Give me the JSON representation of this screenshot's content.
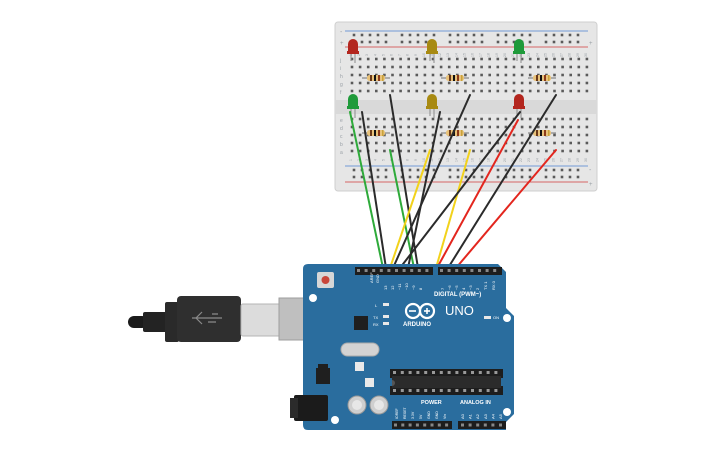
{
  "breadboard": {
    "row_letters_top": [
      "j",
      "i",
      "h",
      "g",
      "f"
    ],
    "row_letters_bottom": [
      "e",
      "d",
      "c",
      "b",
      "a"
    ],
    "column_numbers": [
      "1",
      "2",
      "3",
      "4",
      "5",
      "6",
      "7",
      "8",
      "9",
      "10",
      "11",
      "12",
      "13",
      "14",
      "15",
      "16",
      "17",
      "18",
      "19",
      "20",
      "21",
      "22",
      "23",
      "24",
      "25",
      "26",
      "27",
      "28",
      "29",
      "30"
    ],
    "rail_plus": "+",
    "rail_minus": "-"
  },
  "leds_top": [
    {
      "color_name": "red",
      "color": "#b3261e"
    },
    {
      "color_name": "yellow",
      "color": "#a88a12"
    },
    {
      "color_name": "green",
      "color": "#1f9a3a"
    }
  ],
  "leds_bottom": [
    {
      "color_name": "green",
      "color": "#1f9a3a"
    },
    {
      "color_name": "yellow",
      "color": "#a88a12"
    },
    {
      "color_name": "red",
      "color": "#b3261e"
    }
  ],
  "arduino": {
    "brand": "ARDUINO",
    "model": "UNO",
    "digital_label": "DIGITAL (PWM~)",
    "power_label": "POWER",
    "analog_label": "ANALOG IN",
    "on_label": "ON",
    "l_label": "L",
    "tx_label": "TX",
    "rx_label": "RX",
    "aref": "AREF",
    "gnd": "GND",
    "digital_pins": [
      "13",
      "12",
      "~11",
      "~10",
      "~9",
      "8",
      "7",
      "~6",
      "~5",
      "4",
      "~3",
      "2",
      "TX 1",
      "RX 0"
    ],
    "power_pins": [
      "IOREF",
      "RESET",
      "3.3V",
      "5V",
      "GND",
      "GND",
      "Vin"
    ],
    "analog_pins": [
      "A0",
      "A1",
      "A2",
      "A3",
      "A4",
      "A5"
    ],
    "board_color": "#2a6d9e"
  },
  "wire_colors": {
    "black": "#2b2b2b",
    "green": "#2eaa3a",
    "yellow": "#f2d21b",
    "red": "#e3261e"
  }
}
